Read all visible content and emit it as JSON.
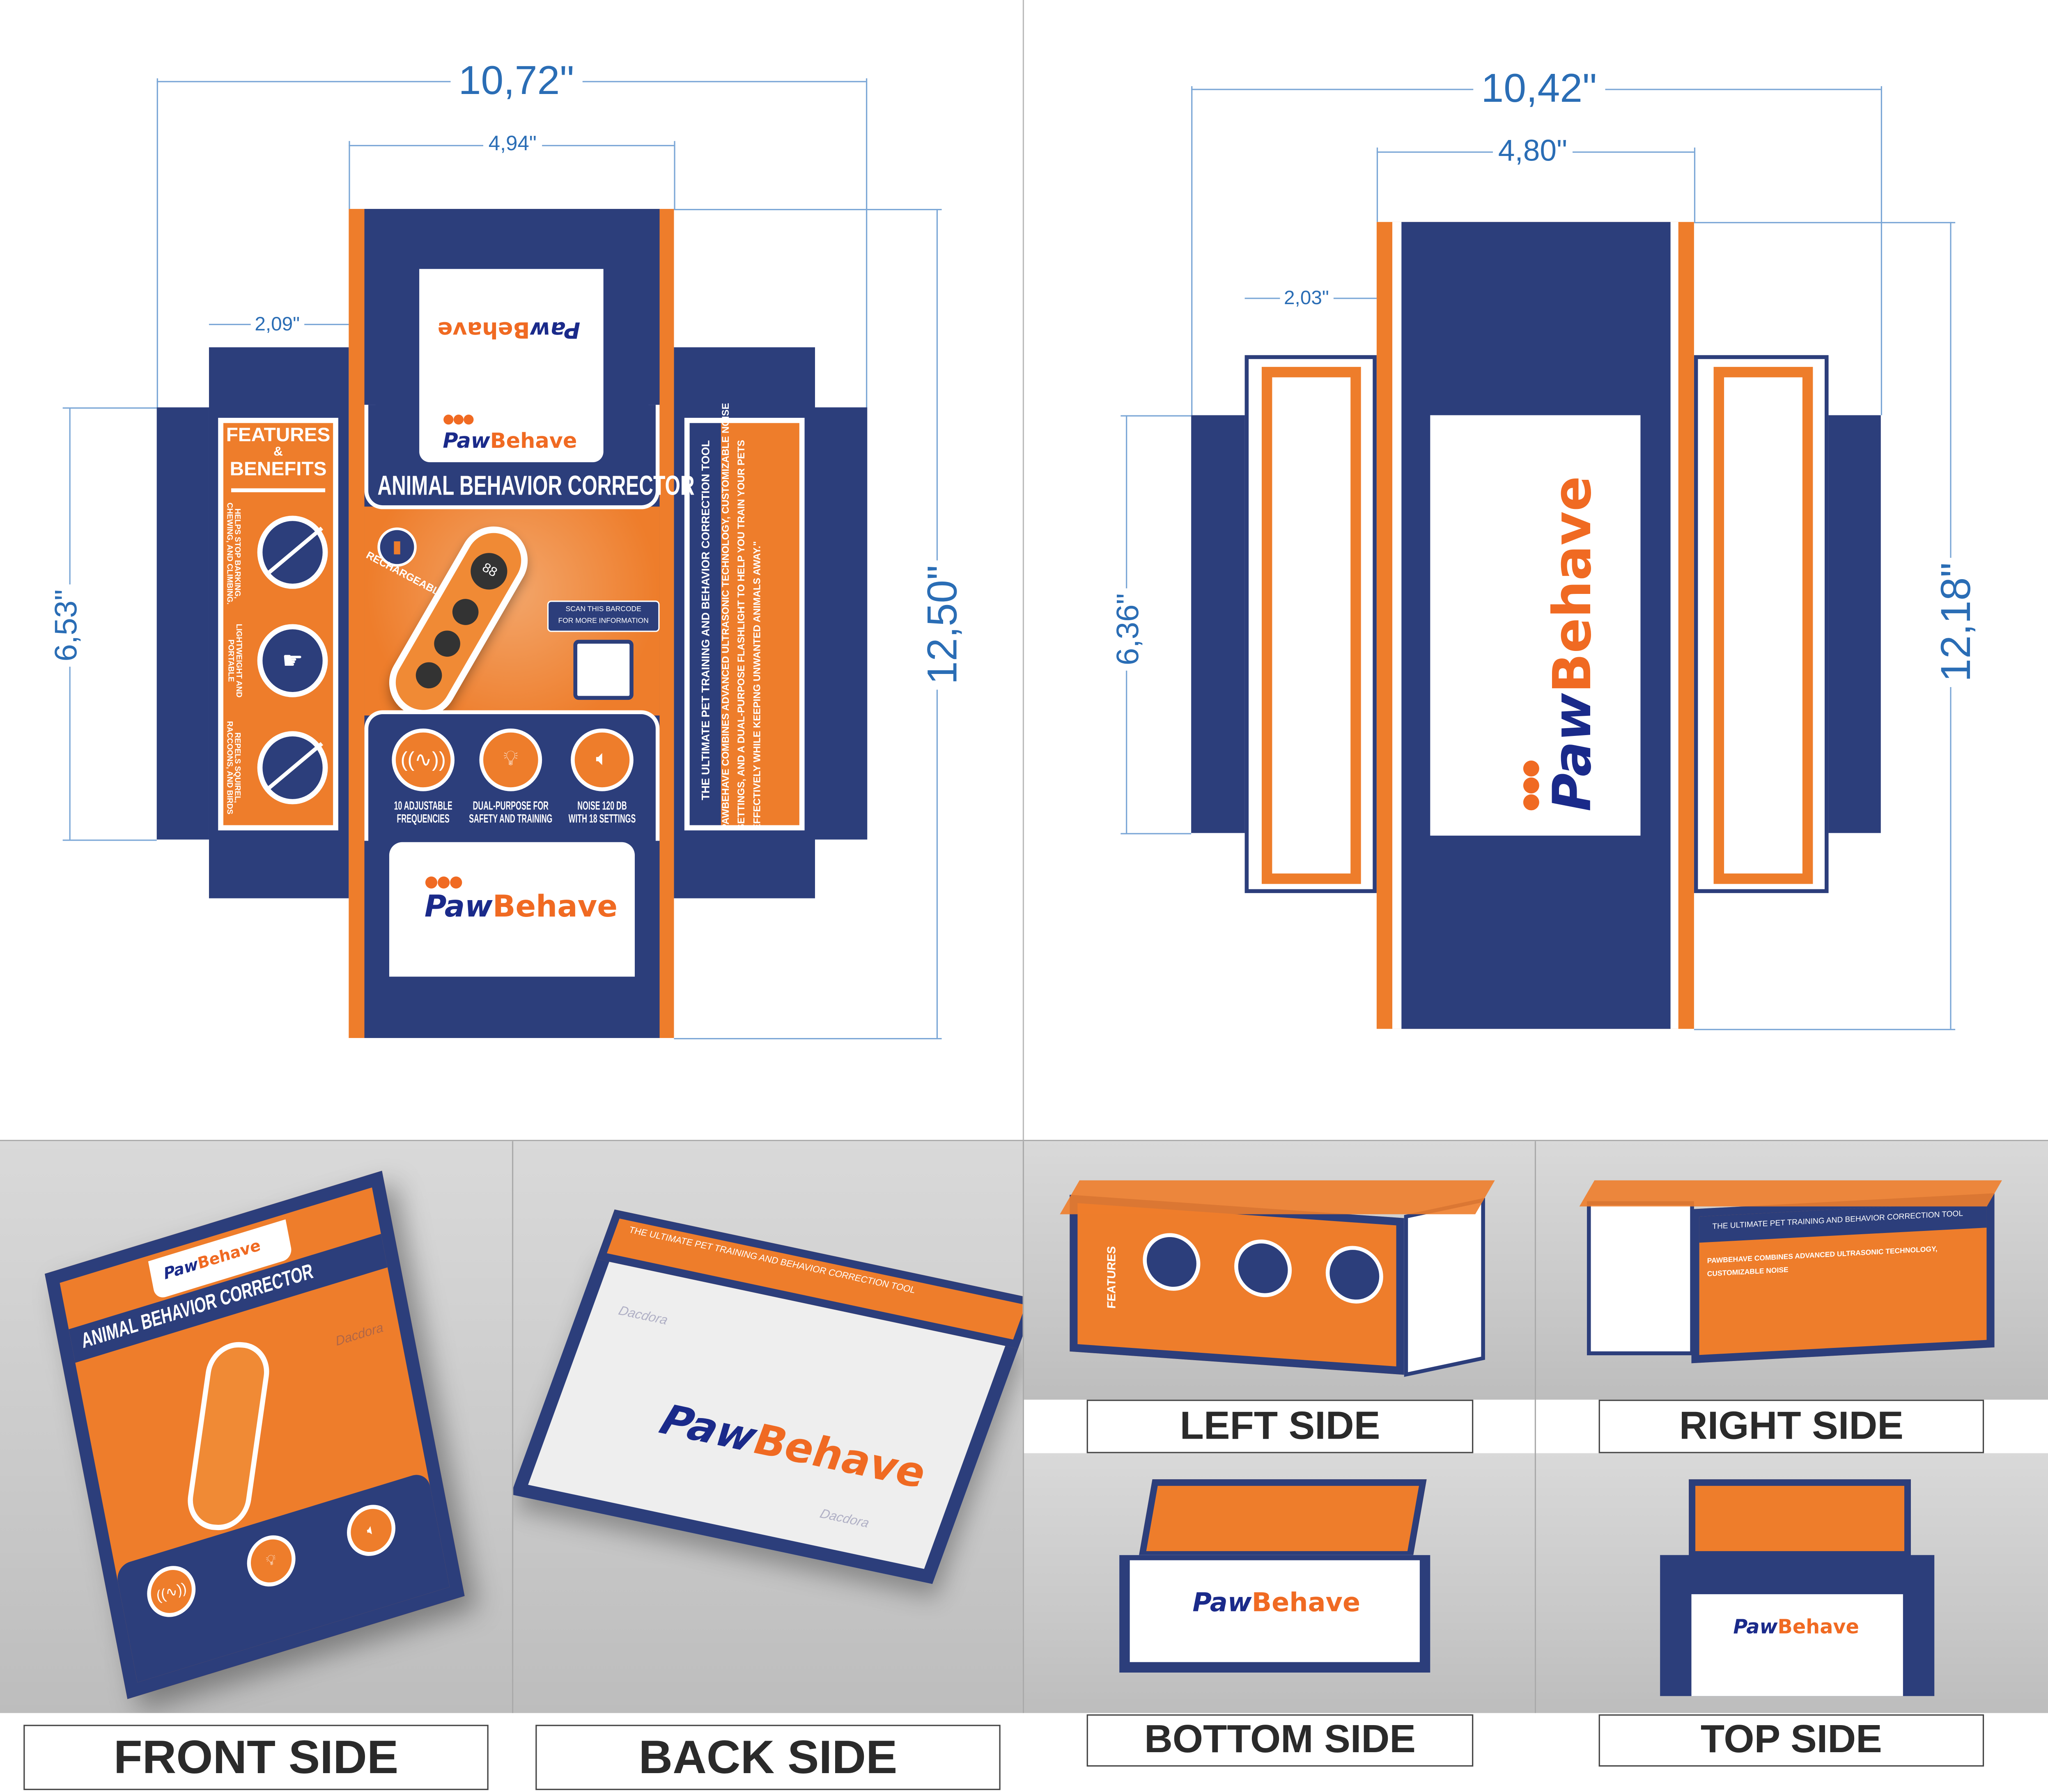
{
  "brand": {
    "paw": "Paw",
    "behave": "Behave",
    "navy": "#2c3e7b",
    "orange": "#ee7d2b"
  },
  "watermark": "Dacdora",
  "dieline_left": {
    "width_total": "10,72\"",
    "width_front": "4,94\"",
    "side_width": "2,09\"",
    "side_height": "6,53\"",
    "height_total": "12,50\"",
    "title": "ANIMAL BEHAVIOR CORRECTOR",
    "rechargeable": "RECHARGEABLE",
    "scan": [
      "SCAN THIS BARCODE",
      "FOR MORE INFORMATION"
    ],
    "features_title": [
      "FEATURES",
      "BENEFITS"
    ],
    "features_amp": "&",
    "side_features": [
      {
        "icon": "no-barking-icon",
        "text": "HELPS STOP BARKING, CHEWING, AND CLIMBING."
      },
      {
        "icon": "lightweight-hand-box-icon",
        "text": "LIGHTWEIGHT AND PORTABLE"
      },
      {
        "icon": "no-squirrel-icon",
        "text": "REPELS SQUIREL, RACCOONS, AND BIRDS"
      }
    ],
    "front_features": [
      {
        "icon": "frequency-wave-icon",
        "line1": "10 ADJUSTABLE",
        "line2": "FREQUENCIES"
      },
      {
        "icon": "lightbulb-icon",
        "line1": "DUAL-PURPOSE FOR",
        "line2": "SAFETY AND TRAINING"
      },
      {
        "icon": "speaker-icon",
        "line1": "NOISE 120 DB",
        "line2": "WITH 18 SETTINGS"
      }
    ],
    "side_heading": "THE ULTIMATE PET TRAINING AND BEHAVIOR CORRECTION TOOL",
    "side_body": [
      "PAWBEHAVE COMBINES ADVANCED ULTRASONIC TECHNOLOGY, CUSTOMIZABLE NOISE",
      "SETTINGS, AND A DUAL-PURPOSE FLASHLIGHT TO HELP YOU TRAIN YOUR PETS",
      "EFFECTIVELY WHILE KEEPING UNWANTED ANIMALS AWAY.\""
    ],
    "device_display": "88"
  },
  "dieline_right": {
    "width_total": "10,42\"",
    "width_front": "4,80\"",
    "side_width": "2,03\"",
    "side_height": "6,36\"",
    "height_total": "12,18\""
  },
  "views": {
    "front": "FRONT SIDE",
    "back": "BACK SIDE",
    "left": "LEFT SIDE",
    "right": "RIGHT SIDE",
    "bottom": "BOTTOM SIDE",
    "top": "TOP SIDE"
  }
}
